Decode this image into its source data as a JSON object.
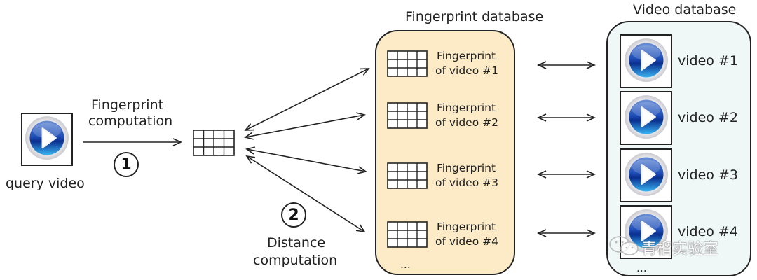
{
  "query": {
    "label": "query video",
    "icon": "play-icon"
  },
  "step1": {
    "number": "1",
    "label_line1": "Fingerprint",
    "label_line2": "computation"
  },
  "step2": {
    "number": "2",
    "label_line1": "Distance",
    "label_line2": "computation"
  },
  "fingerprint_db": {
    "title": "Fingerprint database",
    "fill_color": "#fcebc6",
    "items": [
      {
        "line1": "Fingerprint",
        "line2": "of video #1"
      },
      {
        "line1": "Fingerprint",
        "line2": "of video #2"
      },
      {
        "line1": "Fingerprint",
        "line2": "of video #3"
      },
      {
        "line1": "Fingerprint",
        "line2": "of video #4"
      }
    ],
    "ellipsis": "..."
  },
  "video_db": {
    "title": "Video database",
    "fill_color": "#f0f7f7",
    "items": [
      {
        "label": "video #1"
      },
      {
        "label": "video #2"
      },
      {
        "label": "video #3"
      },
      {
        "label": "video #4"
      }
    ],
    "ellipsis": "..."
  },
  "watermark": {
    "icon": "wechat-icon",
    "text": "青榴实验室"
  }
}
